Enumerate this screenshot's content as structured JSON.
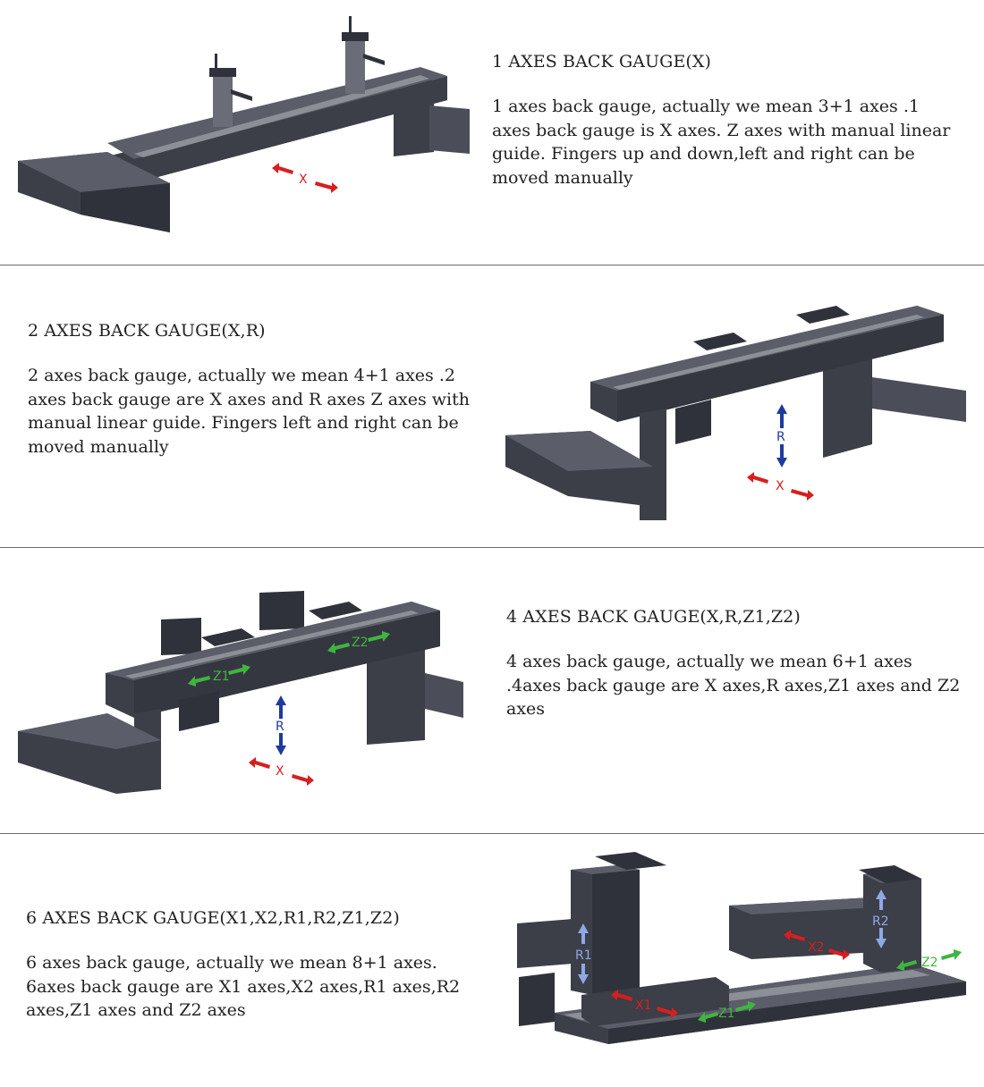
{
  "sections": [
    {
      "title": "1 AXES BACK GAUGE(X)",
      "description": "1 axes back gauge, actually we mean 3+1 axes .1 axes back gauge is X axes.  Z axes with manual linear guide. Fingers up and down,left and right can be moved manually",
      "axes": [
        "X"
      ]
    },
    {
      "title": "2 AXES BACK GAUGE(X,R)",
      "description": "2 axes back gauge, actually we mean 4+1 axes .2 axes back gauge are X axes and R axes  Z axes with manual linear guide. Fingers left and right can be moved manually",
      "axes": [
        "R",
        "X"
      ]
    },
    {
      "title": "4 AXES BACK GAUGE(X,R,Z1,Z2)",
      "description": "4 axes back gauge, actually we mean 6+1 axes .4axes back gauge are X axes,R axes,Z1 axes and Z2 axes",
      "axes": [
        "Z2",
        "Z1",
        "R",
        "X"
      ]
    },
    {
      "title": "6 AXES BACK GAUGE(X1,X2,R1,R2,Z1,Z2)",
      "description": "6 axes back gauge, actually we mean 8+1 axes. 6axes back gauge are X1 axes,X2 axes,R1 axes,R2 axes,Z1 axes and Z2 axes",
      "axes": [
        "R1",
        "R2",
        "X2",
        "X1",
        "Z1",
        "Z2"
      ]
    }
  ],
  "colors": {
    "x_arrow": "#d81e1e",
    "r_arrow": "#1f3a9e",
    "z_arrow": "#3fb53f",
    "r_arrow_light": "#8fa8e6",
    "machine_dark": "#3c3e48",
    "machine_mid": "#4b4e59",
    "machine_light": "#6a6d78",
    "rail": "#8c8f96"
  }
}
